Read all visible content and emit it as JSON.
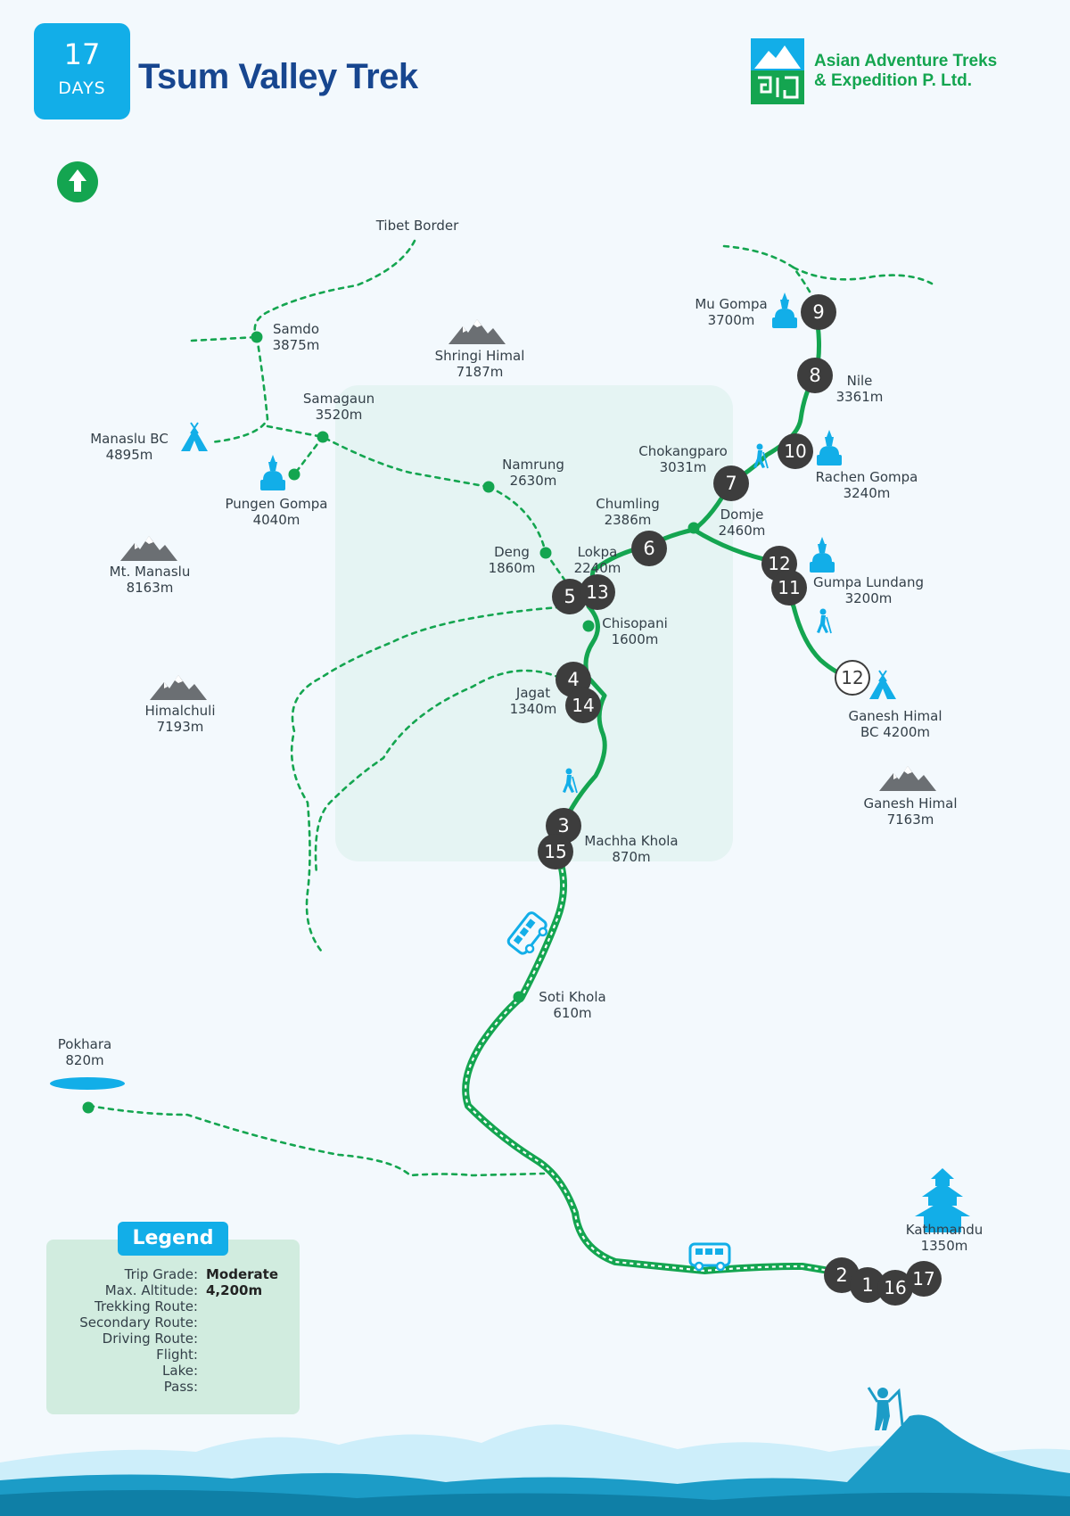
{
  "header": {
    "days_number": "17",
    "days_unit": "DAYS",
    "title": "Tsum Valley Trek",
    "company_line1": "Asian Adventure Treks",
    "company_line2": "& Expedition P. Ltd."
  },
  "map": {
    "places": {
      "tibet_border": "Tibet Border",
      "samdo": [
        "Samdo",
        "3875m"
      ],
      "samagaun": [
        "Samagaun",
        "3520m"
      ],
      "manaslu_bc": [
        "Manaslu BC",
        "4895m"
      ],
      "pungen_gompa": [
        "Pungen  Gompa",
        "4040m"
      ],
      "shringi_himal": [
        "Shringi Himal",
        "7187m"
      ],
      "mt_manaslu": [
        "Mt. Manaslu",
        "8163m"
      ],
      "himalchuli": [
        "Himalchuli",
        "7193m"
      ],
      "namrung": [
        "Namrung",
        "2630m"
      ],
      "deng": [
        "Deng",
        "1860m"
      ],
      "lokpa": [
        "Lokpa",
        "2240m"
      ],
      "chumling": [
        "Chumling",
        "2386m"
      ],
      "chokangparo": [
        "Chokangparo",
        "3031m"
      ],
      "mu_gompa": [
        "Mu Gompa",
        "3700m"
      ],
      "nile": [
        "Nile",
        "3361m"
      ],
      "rachen_gompa": [
        "Rachen Gompa",
        "3240m"
      ],
      "domje": [
        "Domje",
        "2460m"
      ],
      "gumpa_lundang": [
        "Gumpa Lundang",
        "3200m"
      ],
      "ganesh_himal_bc": [
        "Ganesh Himal",
        "BC 4200m"
      ],
      "ganesh_himal": [
        "Ganesh Himal",
        "7163m"
      ],
      "chisopani": [
        "Chisopani",
        "1600m"
      ],
      "jagat": [
        "Jagat",
        "1340m"
      ],
      "machha_khola": [
        "Machha Khola",
        "870m"
      ],
      "soti_khola": [
        "Soti Khola",
        "610m"
      ],
      "pokhara": [
        "Pokhara",
        "820m"
      ],
      "kathmandu": [
        "Kathmandu",
        "1350m"
      ]
    },
    "day_markers": {
      "d9": "9",
      "d8": "8",
      "d10": "10",
      "d7": "7",
      "d6": "6",
      "d5": "5",
      "d13": "13",
      "d12a": "12",
      "d11": "11",
      "d12b": "12",
      "d4": "4",
      "d14": "14",
      "d3": "3",
      "d15": "15",
      "d2": "2",
      "d1": "1",
      "d16": "16",
      "d17": "17"
    }
  },
  "legend": {
    "title": "Legend",
    "trip_grade_label": "Trip Grade:",
    "trip_grade_value": "Moderate",
    "max_altitude_label": "Max. Altitude:",
    "max_altitude_value": "4,200m",
    "trekking_route": "Trekking Route:",
    "secondary_route": "Secondary Route:",
    "driving_route": "Driving Route:",
    "flight": "Flight:",
    "lake": "Lake:",
    "pass": "Pass:"
  },
  "colors": {
    "trek_green": "#14a550",
    "accent_blue": "#12aee8",
    "title_navy": "#17468f",
    "marker_dark": "#3d3d3d",
    "mountain_grey": "#6b6f73"
  }
}
